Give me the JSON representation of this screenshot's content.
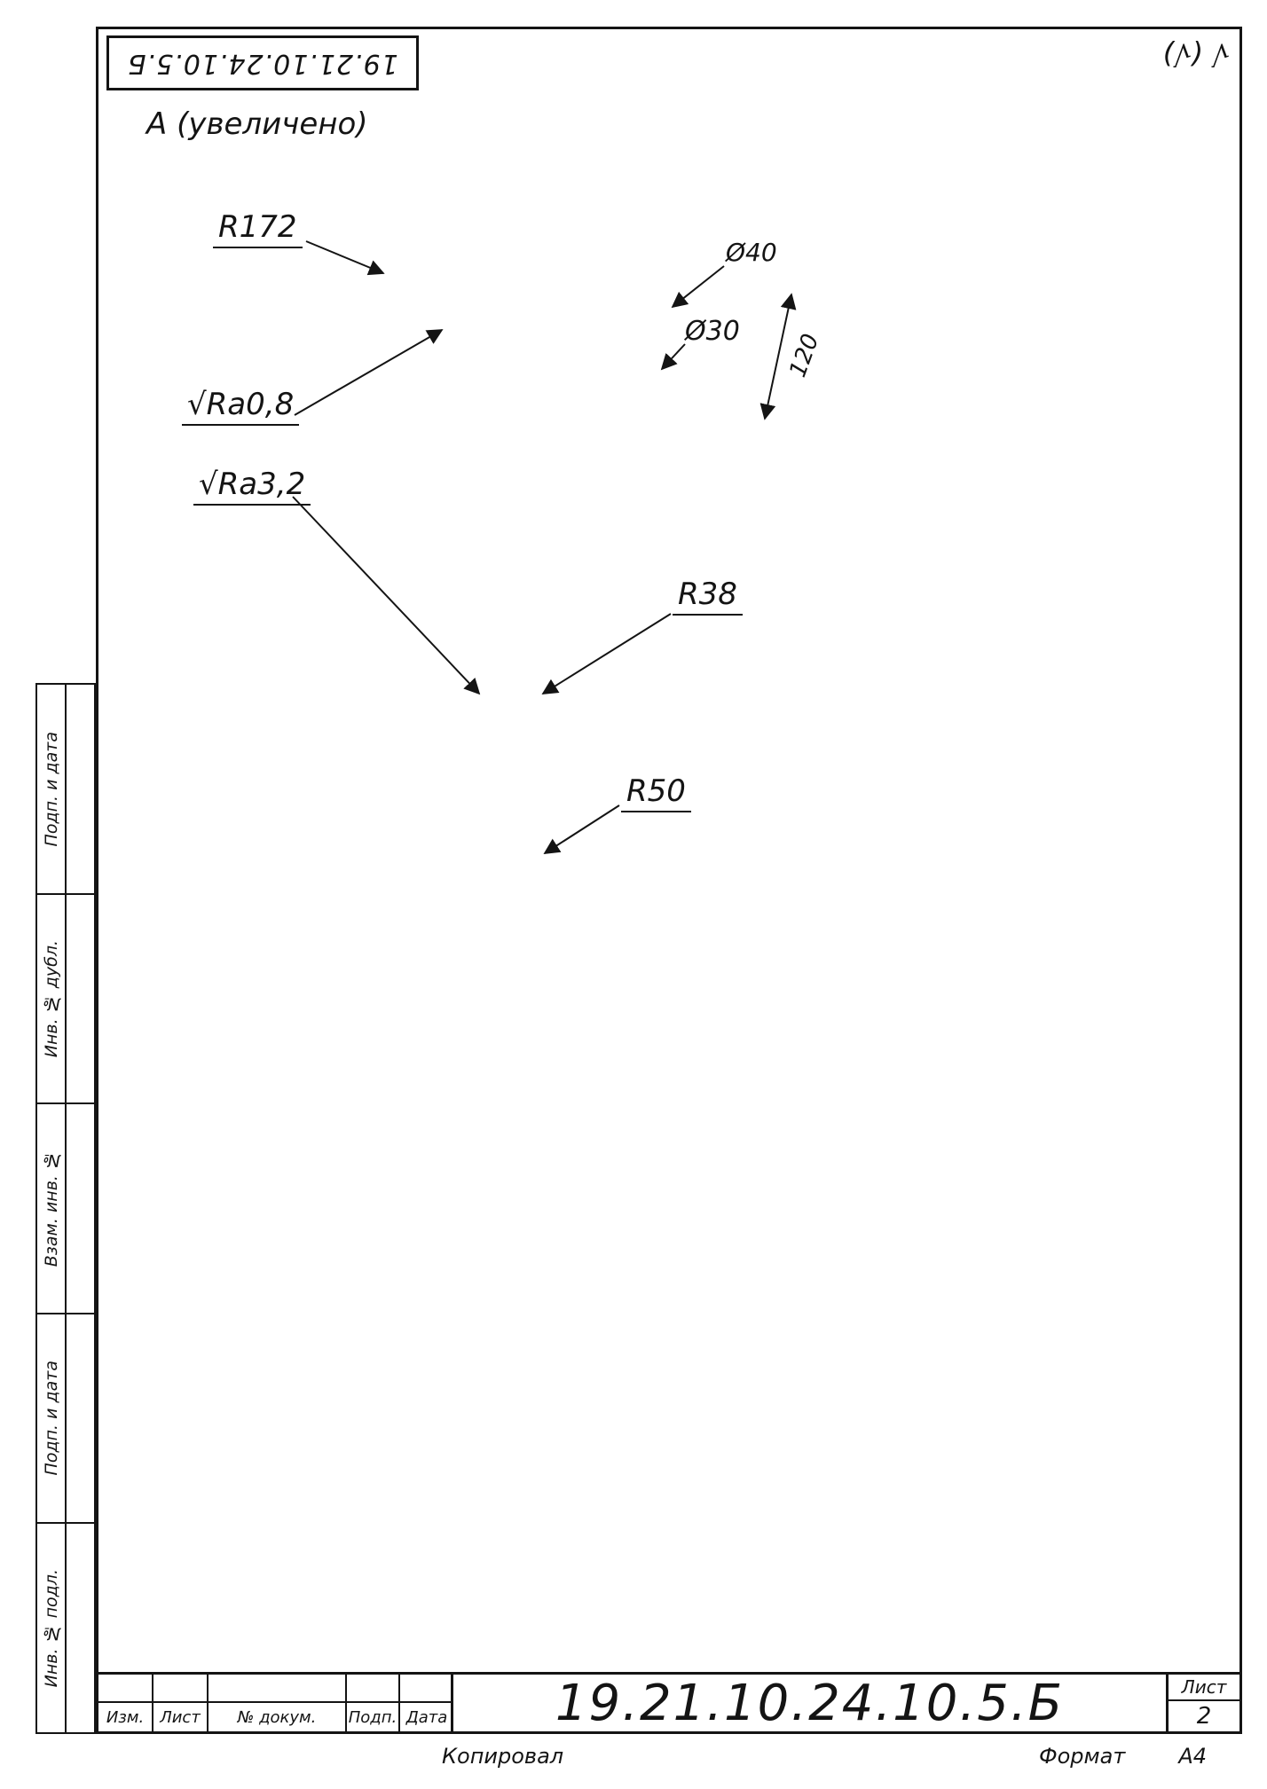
{
  "accent": "#141414",
  "stamp": {
    "doc_number_top": "19.21.10.24.10.5.Б"
  },
  "view_label": "А (увеличено)",
  "corner_roughness": "√ (√)",
  "callouts": {
    "r172": "R172",
    "ra08": "√Ra0,8",
    "ra32": "√Ra3,2",
    "r38": "R38",
    "r50": "R50",
    "d40": "Ø40",
    "d30": "Ø30",
    "dim120": "120"
  },
  "sidebar": {
    "items": [
      {
        "label": "Подп. и дата"
      },
      {
        "label": "Инв. № дубл."
      },
      {
        "label": "Взам. инв. №"
      },
      {
        "label": "Подп. и дата"
      },
      {
        "label": "Инв. № подл."
      }
    ]
  },
  "title_block": {
    "columns": [
      "Изм.",
      "Лист",
      "№ докум.",
      "Подп.",
      "Дата"
    ],
    "doc_number": "19.21.10.24.10.5.Б",
    "sheet_label": "Лист",
    "sheet_number": "2"
  },
  "footer": {
    "copied_label": "Копировал",
    "format_label": "Формат",
    "format_value": "А4"
  }
}
